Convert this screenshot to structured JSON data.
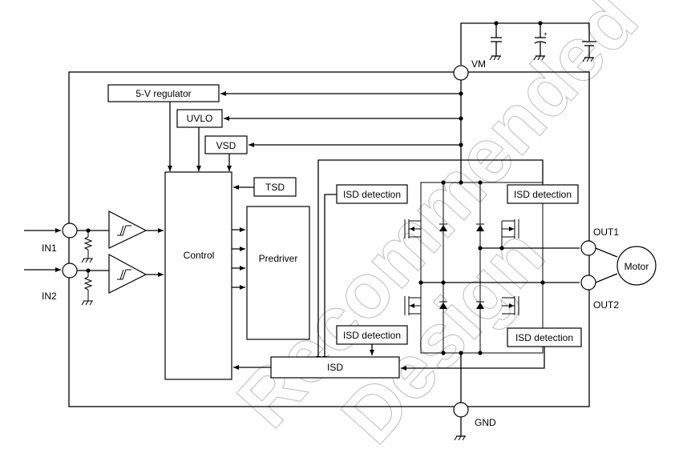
{
  "blocks": {
    "regulator": "5-V regulator",
    "uvlo": "UVLO",
    "vsd": "VSD",
    "tsd": "TSD",
    "control": "Control",
    "predriver": "Predriver",
    "isd": "ISD",
    "isd_detection": "ISD detection",
    "motor": "Motor"
  },
  "pins": {
    "vm": "VM",
    "gnd": "GND",
    "in1": "IN1",
    "in2": "IN2",
    "out1": "OUT1",
    "out2": "OUT2"
  },
  "watermark": {
    "line1": "Recommended",
    "line2": "Design"
  }
}
